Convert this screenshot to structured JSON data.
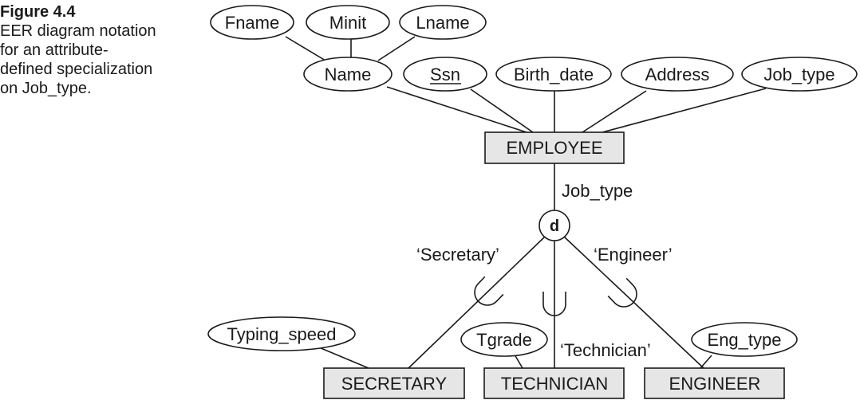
{
  "caption": {
    "title": "Figure 4.4",
    "text": "EER diagram notation\nfor an attribute-\ndefined specialization\non Job_type."
  },
  "attributes": {
    "fname": "Fname",
    "minit": "Minit",
    "lname": "Lname",
    "name": "Name",
    "ssn": "Ssn",
    "birth_date": "Birth_date",
    "address": "Address",
    "job_type": "Job_type",
    "typing_speed": "Typing_speed",
    "tgrade": "Tgrade",
    "eng_type": "Eng_type"
  },
  "entities": {
    "employee": "EMPLOYEE",
    "secretary": "SECRETARY",
    "technician": "TECHNICIAN",
    "engineer": "ENGINEER"
  },
  "specialization": {
    "defining_attribute": "Job_type",
    "disjointness": "d",
    "secretary_value": "‘Secretary’",
    "technician_value": "‘Technician’",
    "engineer_value": "‘Engineer’"
  }
}
